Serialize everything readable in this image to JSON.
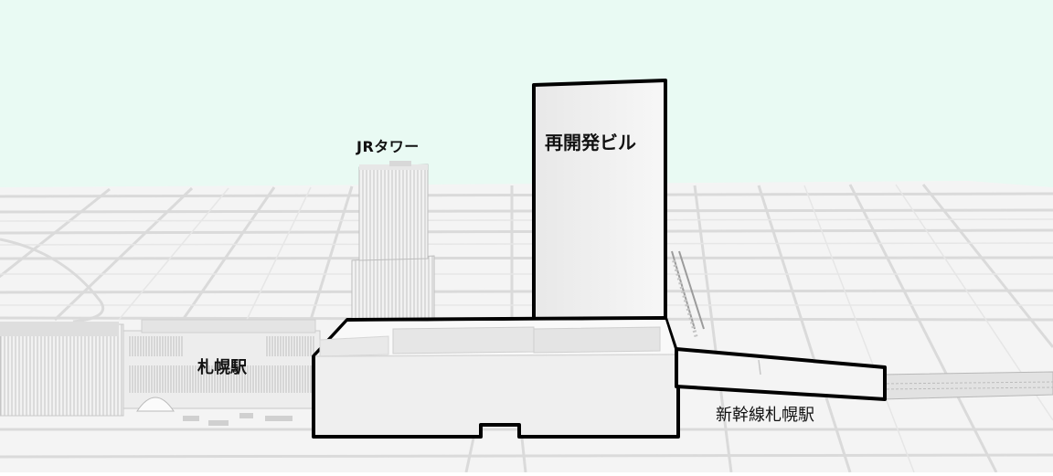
{
  "map": {
    "sky_color": "#e9faf3",
    "ground_color": "#f3f3f3",
    "road_color": "#d9d9d9",
    "outline_color": "#000000",
    "labels": {
      "jr_tower": "JRタワー",
      "redevelopment_building": "再開発ビル",
      "sapporo_station": "札幌駅",
      "shinkansen_station": "新幹線札幌駅"
    }
  }
}
